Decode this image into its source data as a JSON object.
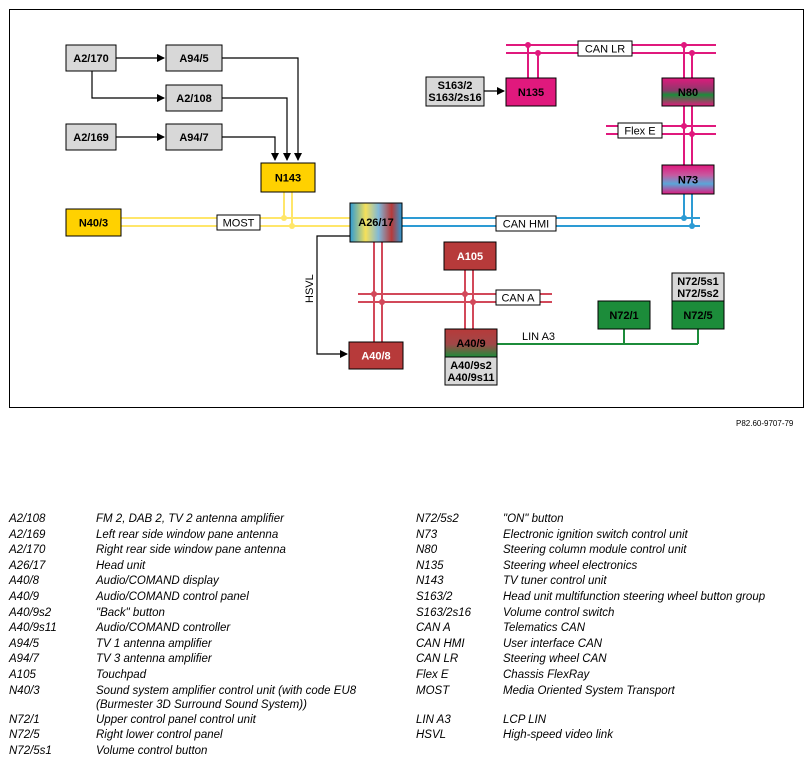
{
  "diagram": {
    "components": {
      "a2_170": "A2/170",
      "a94_5": "A94/5",
      "a2_108": "A2/108",
      "a2_169": "A2/169",
      "a94_7": "A94/7",
      "n143": "N143",
      "n40_3": "N40/3",
      "a26_17": "A26/17",
      "s163_2": "S163/2",
      "s163_2s16": "S163/2s16",
      "n135": "N135",
      "n80": "N80",
      "n73": "N73",
      "a105": "A105",
      "a40_8": "A40/8",
      "a40_9": "A40/9",
      "a40_9s2": "A40/9s2",
      "a40_9s11": "A40/9s11",
      "n72_1": "N72/1",
      "n72_5": "N72/5",
      "n72_5s1": "N72/5s1",
      "n72_5s2": "N72/5s2"
    },
    "bus_labels": {
      "can_lr": "CAN LR",
      "flex_e": "Flex E",
      "most": "MOST",
      "can_hmi": "CAN HMI",
      "hsvl": "HSVL",
      "can_a": "CAN A",
      "lin_a3": "LIN A3"
    },
    "colors": {
      "gray_box": "#d8d8d8",
      "yellow": "#ffd100",
      "magenta": "#e0197d",
      "red": "#b73a3a",
      "green": "#1c8c3a",
      "blue": "#2d9bd4",
      "most_yellow": "#ffe66a",
      "can_red": "#d2495a",
      "can_lr_magenta": "#e0197d"
    }
  },
  "figure_id": "P82.60-9707-79",
  "legend": {
    "left": [
      {
        "code": "A2/108",
        "desc": "FM 2, DAB 2, TV 2 antenna amplifier"
      },
      {
        "code": "A2/169",
        "desc": "Left rear side window pane antenna"
      },
      {
        "code": "A2/170",
        "desc": "Right rear side window pane antenna"
      },
      {
        "code": "A26/17",
        "desc": "Head unit"
      },
      {
        "code": "A40/8",
        "desc": "Audio/COMAND display"
      },
      {
        "code": "A40/9",
        "desc": "Audio/COMAND control panel"
      },
      {
        "code": "A40/9s2",
        "desc": "\"Back\" button"
      },
      {
        "code": "A40/9s11",
        "desc": "Audio/COMAND controller"
      },
      {
        "code": "A94/5",
        "desc": "TV 1 antenna amplifier"
      },
      {
        "code": "A94/7",
        "desc": "TV 3 antenna amplifier"
      },
      {
        "code": "A105",
        "desc": "Touchpad"
      },
      {
        "code": "N40/3",
        "desc": "Sound system amplifier control unit (with code EU8",
        "desc2": "(Burmester 3D Surround Sound System))"
      },
      {
        "code": "N72/1",
        "desc": "Upper control panel control unit"
      },
      {
        "code": "N72/5",
        "desc": "Right lower control panel"
      },
      {
        "code": "N72/5s1",
        "desc": "Volume control button"
      }
    ],
    "right": [
      {
        "code": "N72/5s2",
        "desc": "\"ON\" button"
      },
      {
        "code": "N73",
        "desc": "Electronic ignition switch control unit"
      },
      {
        "code": "N80",
        "desc": "Steering column module control unit"
      },
      {
        "code": "N135",
        "desc": "Steering wheel electronics"
      },
      {
        "code": "N143",
        "desc": "TV tuner control unit"
      },
      {
        "code": "S163/2",
        "desc": "Head unit multifunction steering wheel button group"
      },
      {
        "code": "S163/2s16",
        "desc": "Volume control switch"
      },
      {
        "code": "CAN A",
        "desc": "Telematics CAN"
      },
      {
        "code": "CAN HMI",
        "desc": "User interface CAN"
      },
      {
        "code": "CAN LR",
        "desc": "Steering wheel CAN"
      },
      {
        "code": "Flex E",
        "desc": "Chassis FlexRay"
      },
      {
        "code": "MOST",
        "desc": "Media Oriented System Transport"
      },
      {
        "code": "LIN A3",
        "desc": "LCP LIN"
      },
      {
        "code": "HSVL",
        "desc": "High-speed video link"
      }
    ]
  }
}
